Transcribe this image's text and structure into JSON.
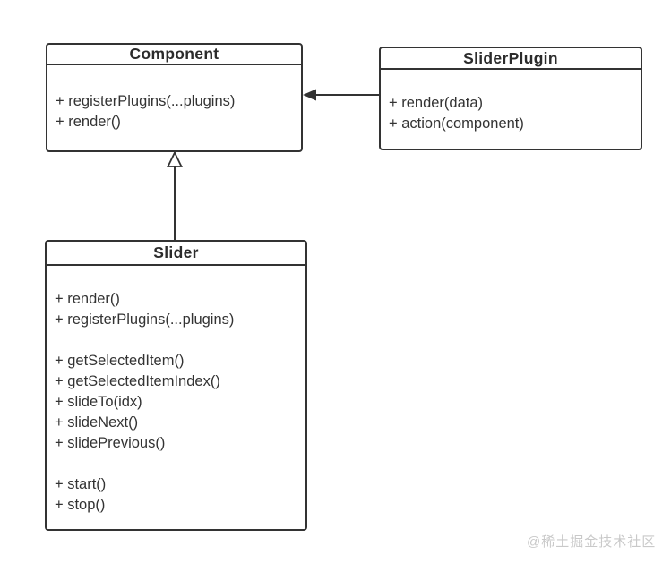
{
  "diagram": {
    "classes": [
      {
        "name": "Component",
        "methods": [
          "+ registerPlugins(...plugins)",
          "+ render()"
        ]
      },
      {
        "name": "SliderPlugin",
        "methods": [
          "+ render(data)",
          "+ action(component)"
        ]
      },
      {
        "name": "Slider",
        "methods": [
          "+ render()",
          "+ registerPlugins(...plugins)",
          "",
          "+ getSelectedItem()",
          "+ getSelectedItemIndex()",
          "+ slideTo(idx)",
          "+ slideNext()",
          "+ slidePrevious()",
          "",
          "+ start()",
          "+ stop()"
        ]
      }
    ],
    "relations": [
      {
        "type": "directed-association",
        "from": "SliderPlugin",
        "to": "Component",
        "arrowhead": "filled-triangle"
      },
      {
        "type": "generalization",
        "from": "Slider",
        "to": "Component",
        "arrowhead": "hollow-triangle"
      }
    ],
    "colors": {
      "line": "#333333",
      "text": "#333333",
      "background": "#ffffff",
      "watermark": "#c9c9c9"
    }
  },
  "watermark": {
    "text": "@稀土掘金技术社区"
  }
}
